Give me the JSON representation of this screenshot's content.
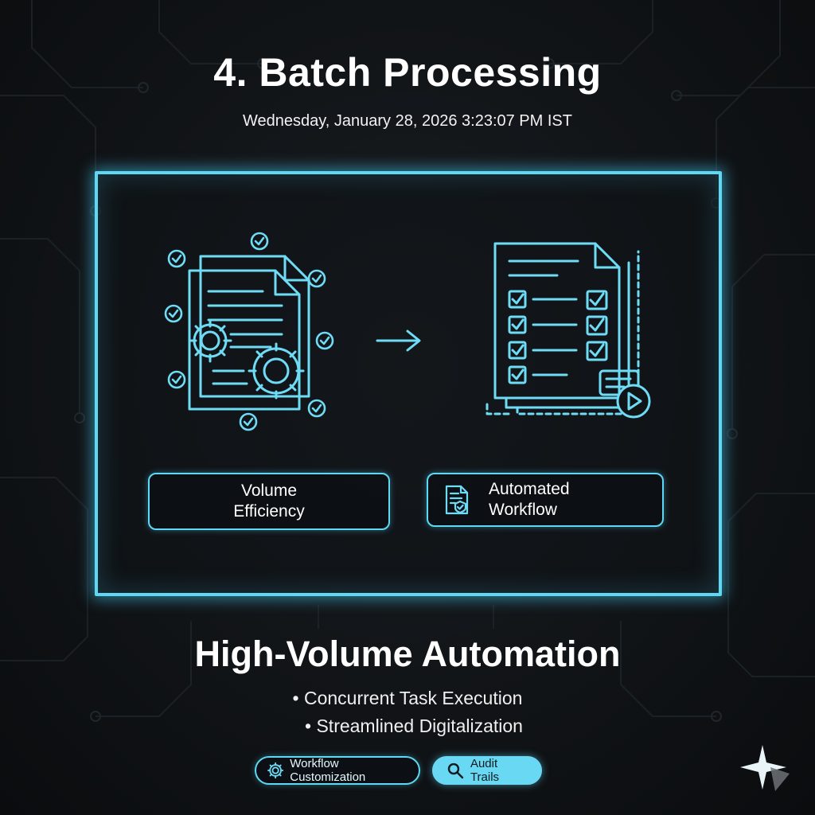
{
  "header": {
    "title": "4. Batch Processing",
    "datetime": "Wednesday, January 28, 2026 3:23:07 PM IST"
  },
  "panel": {
    "left_icon": "batch-documents-gears-icon",
    "arrow_icon": "arrow-right-icon",
    "right_icon": "checklist-documents-play-icon",
    "features": [
      {
        "label_line1": "Volume",
        "label_line2": "Efficiency"
      },
      {
        "icon": "document-shield-icon",
        "label_line1": "Automated",
        "label_line2": "Workflow"
      }
    ]
  },
  "summary": {
    "heading": "High-Volume Automation",
    "bullets": [
      "• Concurrent Task Execution",
      "• Streamlined Digitalization"
    ]
  },
  "actions": {
    "workflow_label": "Workflow Customization",
    "audit_label": "Audit Trails"
  },
  "colors": {
    "accent": "#5fd9f3",
    "background": "#111417",
    "pill_fill": "#69d8f2"
  }
}
